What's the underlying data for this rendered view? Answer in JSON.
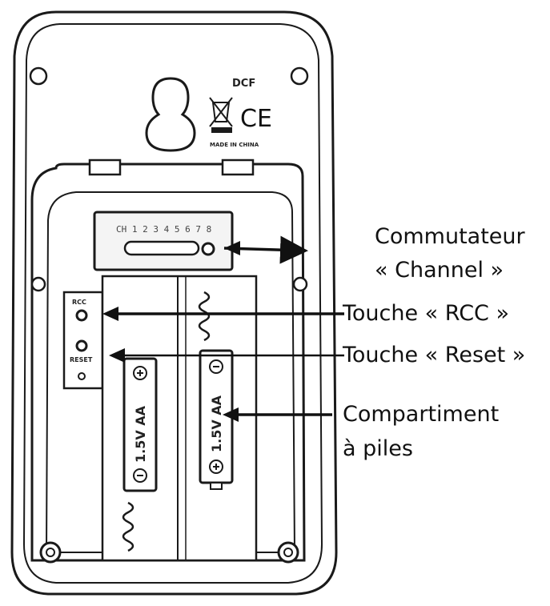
{
  "device": {
    "dcf_mark": "DCF",
    "ce_mark": "CE",
    "made_in": "MADE IN CHINA",
    "channel_digits": "CH 1 2 3 4 5 6 7 8",
    "rcc_label": "RCC",
    "reset_label": "RESET",
    "battery_1_label": "1.5V AA",
    "battery_2_label": "1.5V AA"
  },
  "callouts": {
    "channel_line1": "Commutateur",
    "channel_line2": "« Channel »",
    "rcc": "Touche « RCC »",
    "reset": "Touche « Reset »",
    "battery_line1": "Compartiment",
    "battery_line2": "à piles"
  },
  "colors": {
    "line": "#1a1a1a",
    "paper": "#ffffff",
    "text": "#111111"
  }
}
